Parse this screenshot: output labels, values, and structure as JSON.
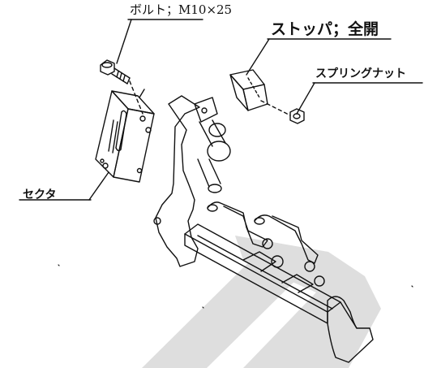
{
  "labels": {
    "bolt": "ボルト；M10×25",
    "stopper": "ストッパ；全開",
    "spring_nut": "スプリングナット",
    "sector": "セクタ"
  },
  "colors": {
    "line": "#111111",
    "watermark": "#dedede",
    "background": "#ffffff"
  }
}
